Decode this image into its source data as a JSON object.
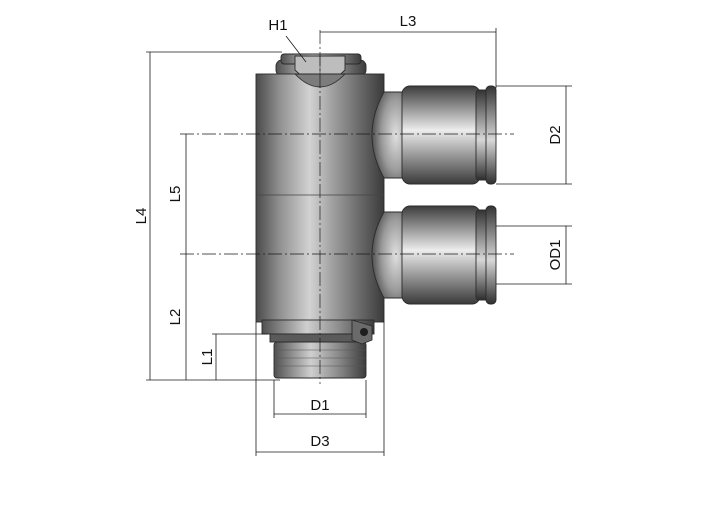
{
  "drawing": {
    "labels": {
      "h1": "H1",
      "l3": "L3",
      "l4": "L4",
      "l5": "L5",
      "l2": "L2",
      "l1": "L1",
      "d1": "D1",
      "d3": "D3",
      "d2": "D2",
      "od1": "OD1"
    }
  }
}
